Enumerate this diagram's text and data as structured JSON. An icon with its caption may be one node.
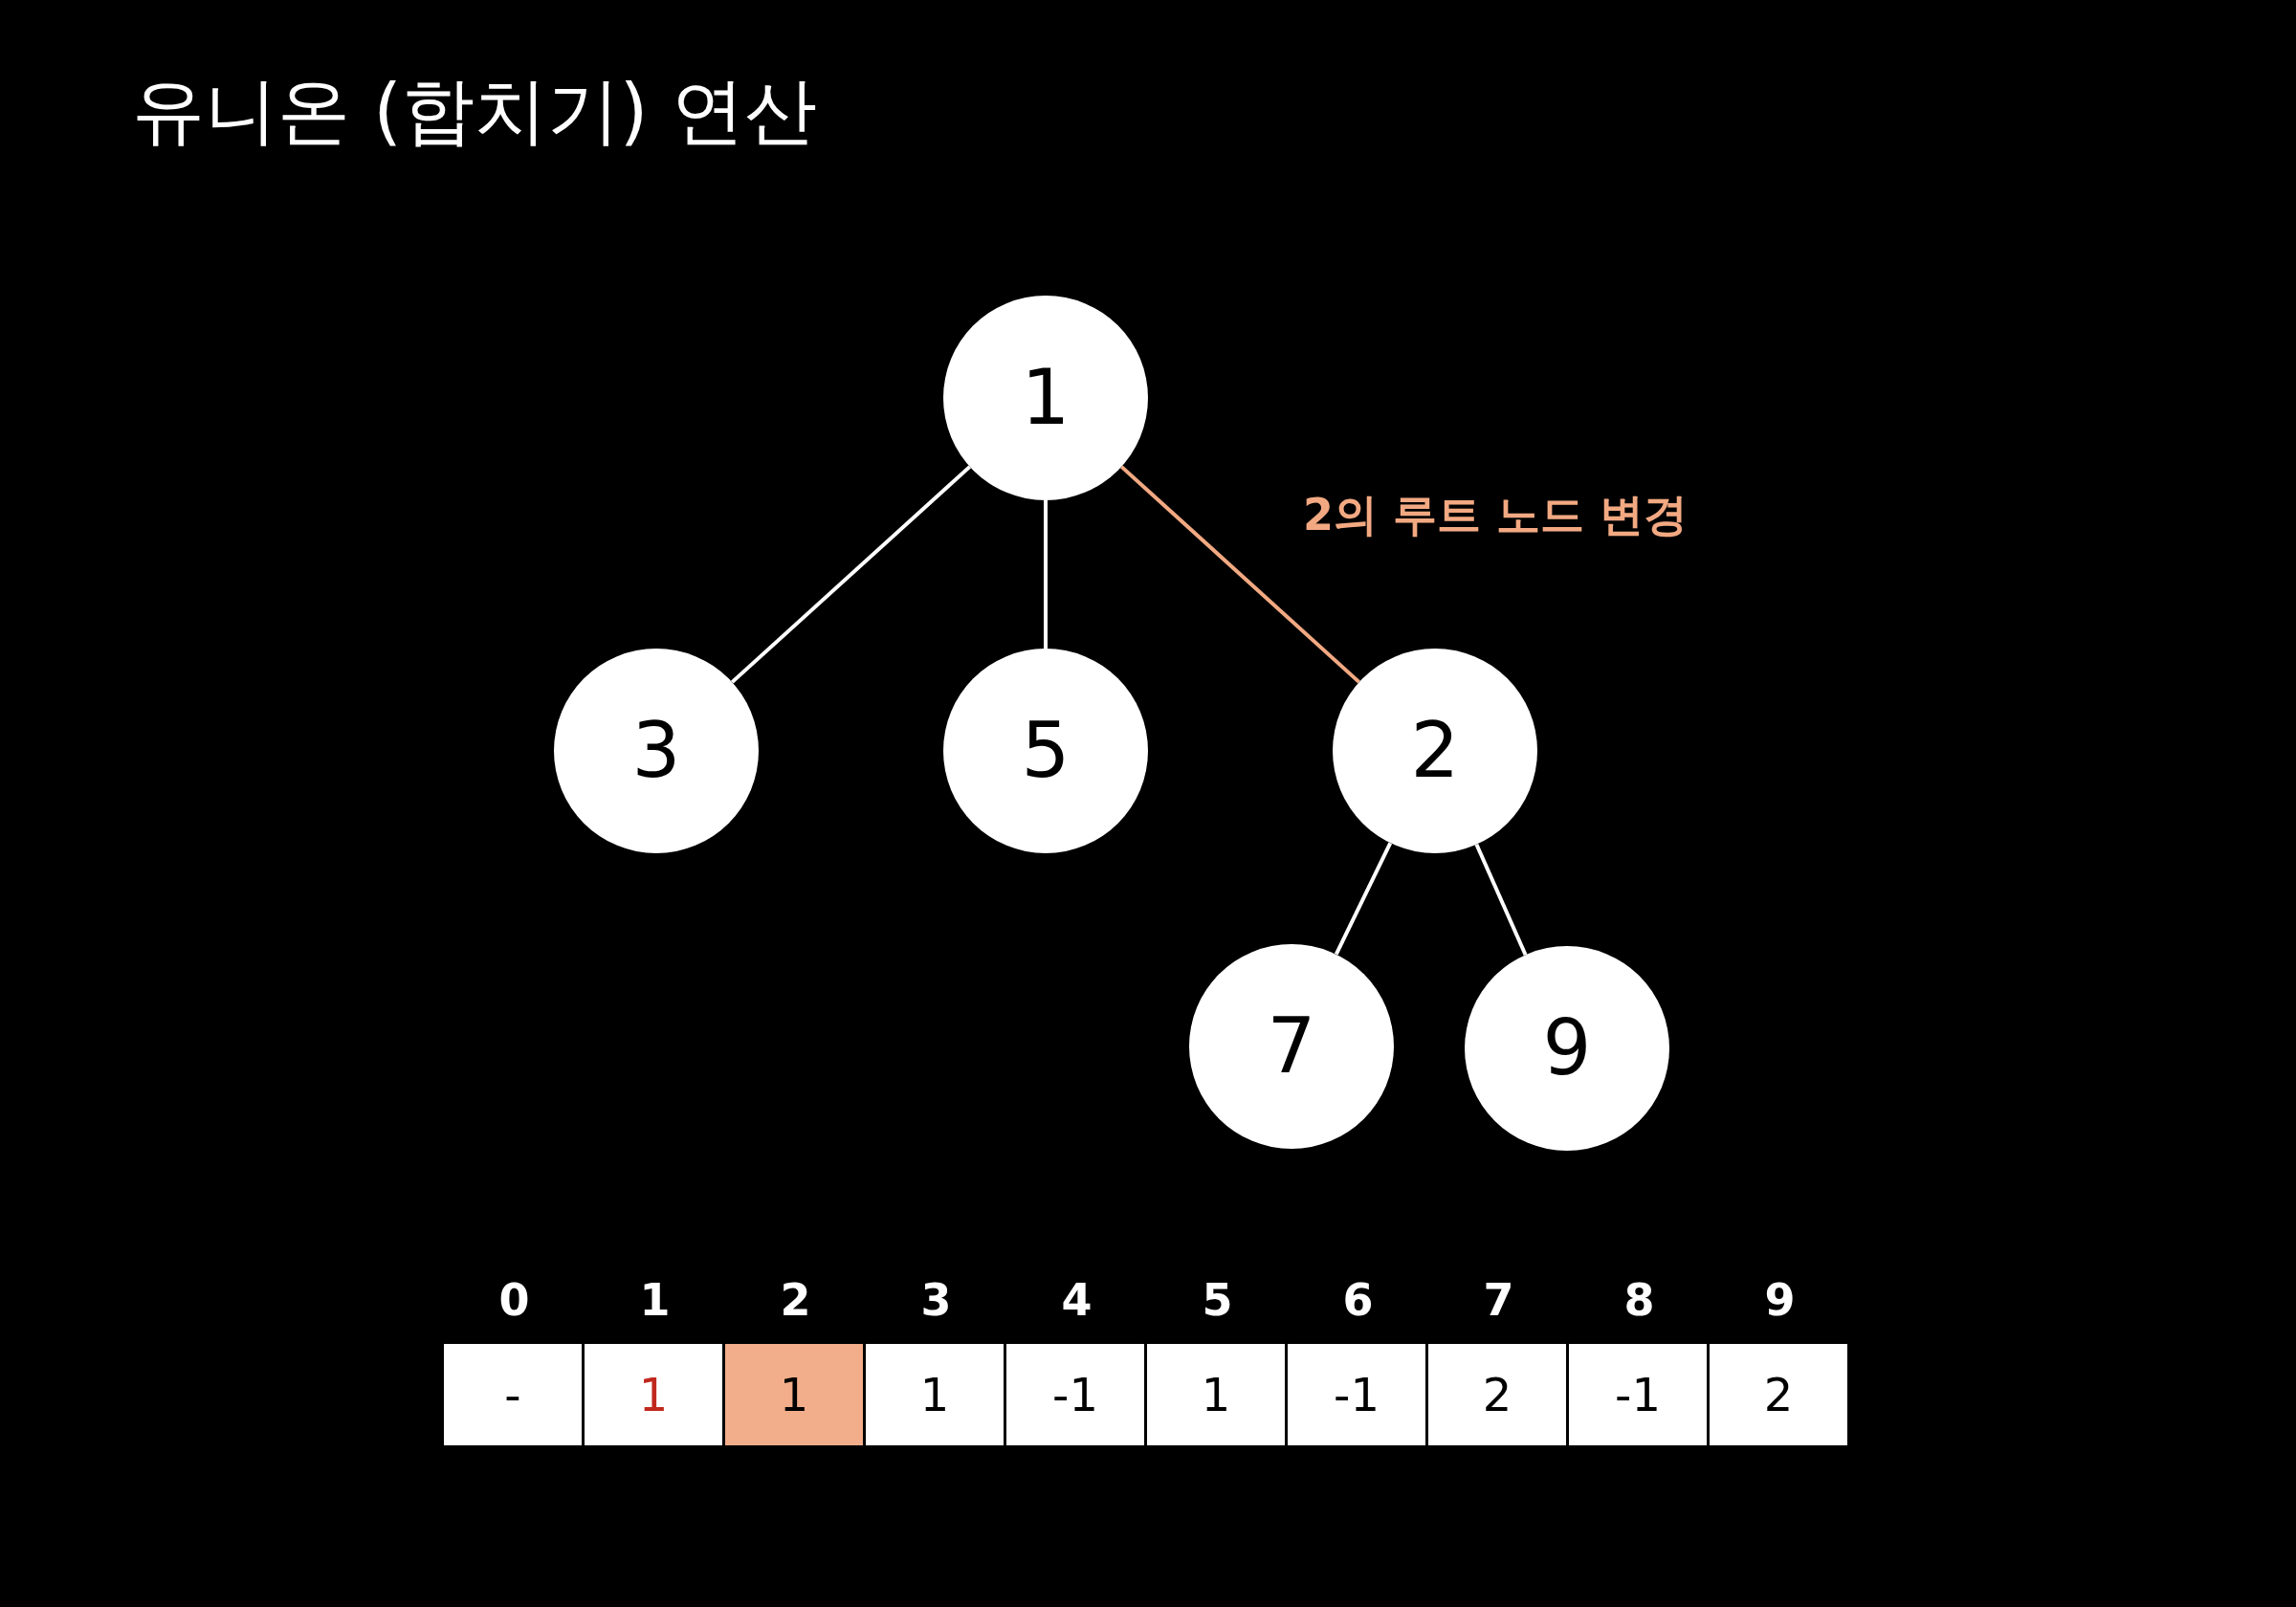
{
  "diagram": {
    "title": "유니온 (합치기) 연산",
    "nodes": [
      {
        "text": [
          "1"
        ]
      },
      {
        "text": [
          "3"
        ]
      },
      {
        "text": [
          "5"
        ]
      },
      {
        "text": [
          "2"
        ]
      },
      {
        "text": [
          "7"
        ]
      },
      {
        "text": [
          "9"
        ]
      }
    ],
    "edges": [
      {
        "from": 0,
        "to": 1,
        "arrow": "none"
      },
      {
        "from": 0,
        "to": 2,
        "arrow": "none"
      },
      {
        "from": 0,
        "to": 3,
        "arrow": "none",
        "label": "2의 루트 노드 변경",
        "color": "#f2a982"
      },
      {
        "from": 3,
        "to": 4,
        "arrow": "none"
      },
      {
        "from": 3,
        "to": 5,
        "arrow": "none"
      }
    ],
    "labels": [
      "0",
      "1",
      "2",
      "3",
      "4",
      "5",
      "6",
      "7",
      "8",
      "9",
      "-",
      "1",
      "1",
      "1",
      "-1",
      "1",
      "-1",
      "2",
      "-1",
      "2"
    ]
  }
}
